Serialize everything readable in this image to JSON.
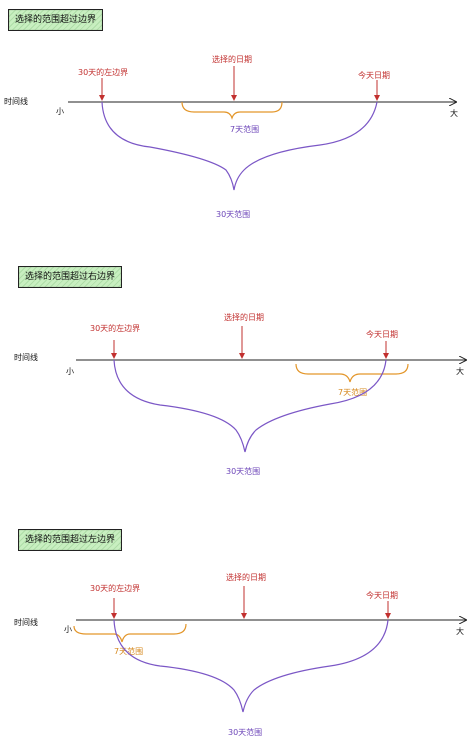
{
  "colors": {
    "red": "#c2302f",
    "orange": "#e3962a",
    "purple": "#7b57c6",
    "axis": "#222222"
  },
  "sections": [
    {
      "title": "选择的范围超过边界",
      "axis_label": "时间线",
      "small": "小",
      "large": "大",
      "left_boundary": "30天的左边界",
      "selected_date": "选择的日期",
      "today": "今天日期",
      "range7": "7天范围",
      "range30": "30天范围"
    },
    {
      "title": "选择的范围超过右边界",
      "axis_label": "时间线",
      "small": "小",
      "large": "大",
      "left_boundary": "30天的左边界",
      "selected_date": "选择的日期",
      "today": "今天日期",
      "range7": "7天范围",
      "range30": "30天范围"
    },
    {
      "title": "选择的范围超过左边界",
      "axis_label": "时间线",
      "small": "小",
      "large": "大",
      "left_boundary": "30天的左边界",
      "selected_date": "选择的日期",
      "today": "今天日期",
      "range7": "7天范围",
      "range30": "30天范围"
    }
  ]
}
